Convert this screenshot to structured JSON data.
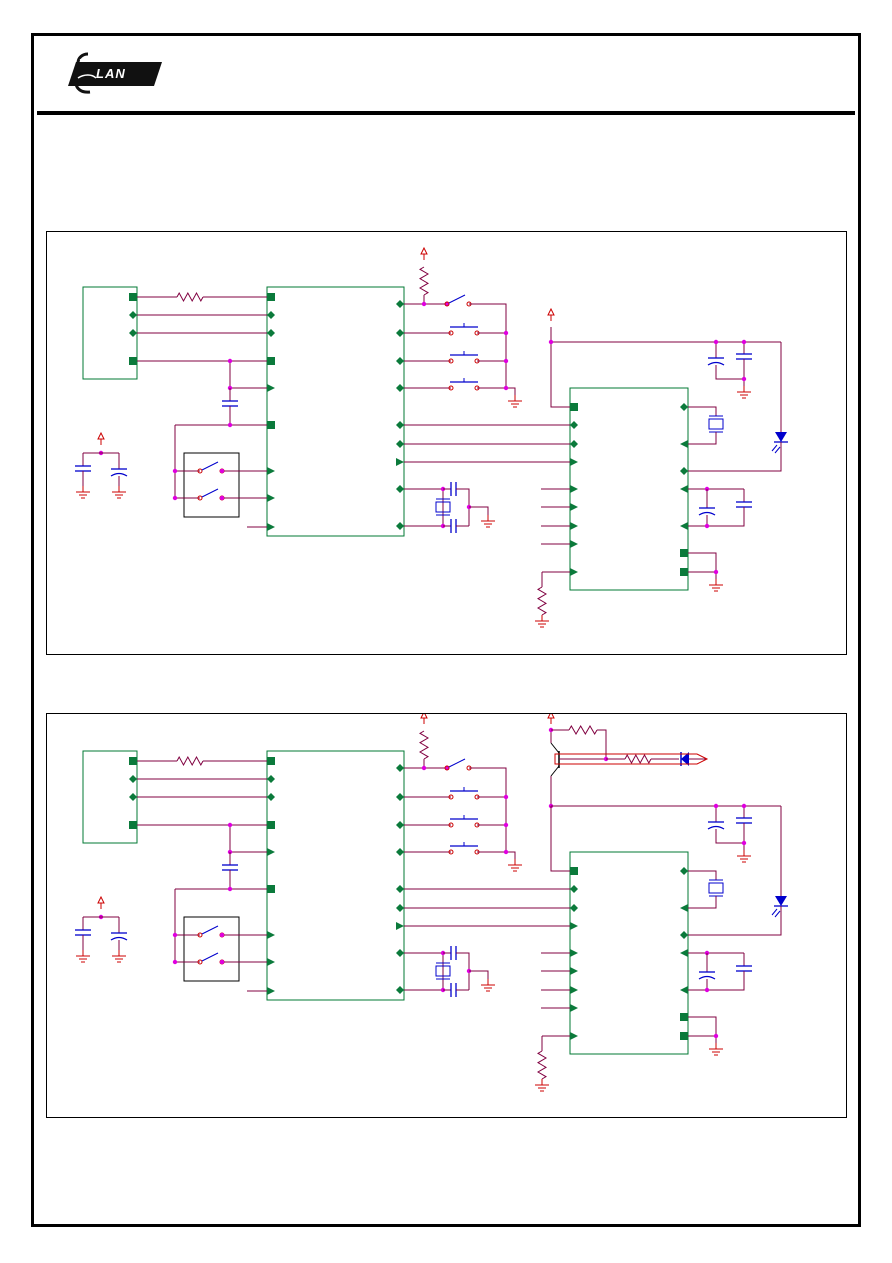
{
  "logo": {
    "text": "LAN"
  },
  "colors": {
    "wire": "#800040",
    "ic_outline": "#007a33",
    "pin": "#0b7a3b",
    "node": "#e000e0",
    "power": "#cc0000",
    "passive": "#0000cc"
  },
  "schematics": [
    {
      "id": "schematic-1",
      "has_transistor_stage": false
    },
    {
      "id": "schematic-2",
      "has_transistor_stage": true
    }
  ]
}
